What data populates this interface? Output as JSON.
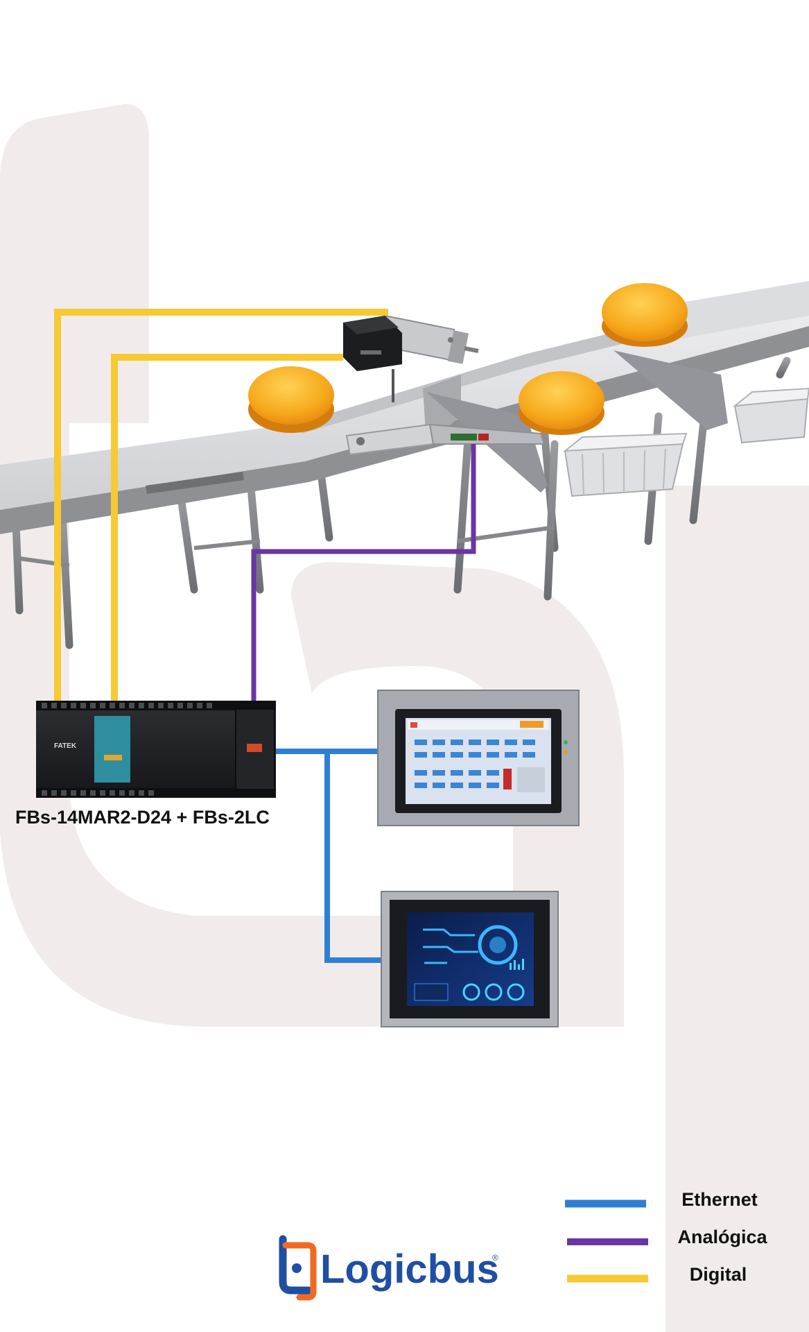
{
  "diagram": {
    "plc_label": "FBs-14MAR2-D24 + FBs-2LC",
    "plc_brand": "FATEK",
    "legend": [
      {
        "label": "Ethernet",
        "color": "#2e7fd4"
      },
      {
        "label": "Analógica",
        "color": "#6a35a4"
      },
      {
        "label": "Digital",
        "color": "#f7c933"
      }
    ],
    "brand": {
      "name": "Logicbus",
      "registered": "®",
      "accent": "#f26a21",
      "primary": "#1f4fa3"
    }
  }
}
